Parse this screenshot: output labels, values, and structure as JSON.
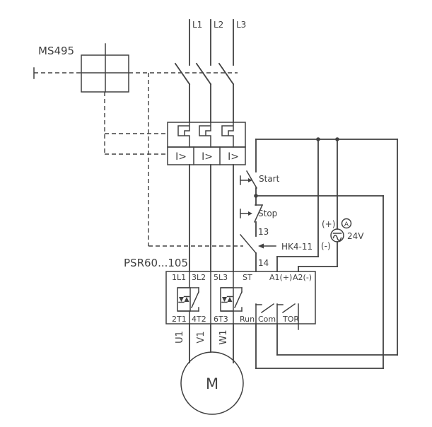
{
  "colors": {
    "line": "#414141",
    "background": "#ffffff"
  },
  "labels": {
    "breaker": "MS495",
    "softstarter": "PSR60...105",
    "phases": [
      "L1",
      "L2",
      "L3"
    ],
    "overcurrent": "I>",
    "start": "Start",
    "stop": "Stop",
    "aux_top": "13",
    "aux_bottom": "14",
    "aux_ref": "HK4-11",
    "supply_plus": "(+)",
    "supply_minus": "(-)",
    "supply_class": "A",
    "supply_voltage": "24V",
    "terminals_top": [
      "1L1",
      "3L2",
      "5L3",
      "ST",
      "A1(+)",
      "A2(-)"
    ],
    "terminals_bottom": [
      "2T1",
      "4T2",
      "6T3",
      "Run",
      "Com",
      "TOR"
    ],
    "motor_terminals": [
      "U1",
      "V1",
      "W1"
    ],
    "motor": "M"
  }
}
